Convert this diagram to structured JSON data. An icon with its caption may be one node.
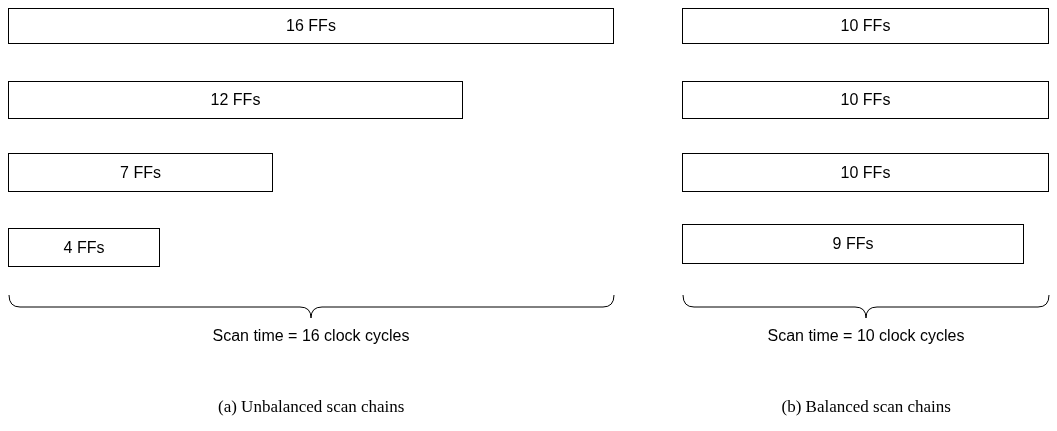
{
  "diagram": {
    "nodes": [
      {
        "text": [
          "16 FFs"
        ]
      },
      {
        "text": [
          "12 FFs"
        ]
      },
      {
        "text": [
          "7 FFs"
        ]
      },
      {
        "text": [
          "4 FFs"
        ]
      },
      {
        "text": [
          "10 FFs"
        ]
      },
      {
        "text": [
          "10 FFs"
        ]
      },
      {
        "text": [
          "10 FFs"
        ]
      },
      {
        "text": [
          "9 FFs"
        ]
      }
    ],
    "edges": [],
    "labels": [
      "Scan time = 16 clock cycles",
      "Scan time = 10 clock cycles",
      "(a) Unbalanced scan chains",
      "(b) Balanced scan chains"
    ]
  }
}
